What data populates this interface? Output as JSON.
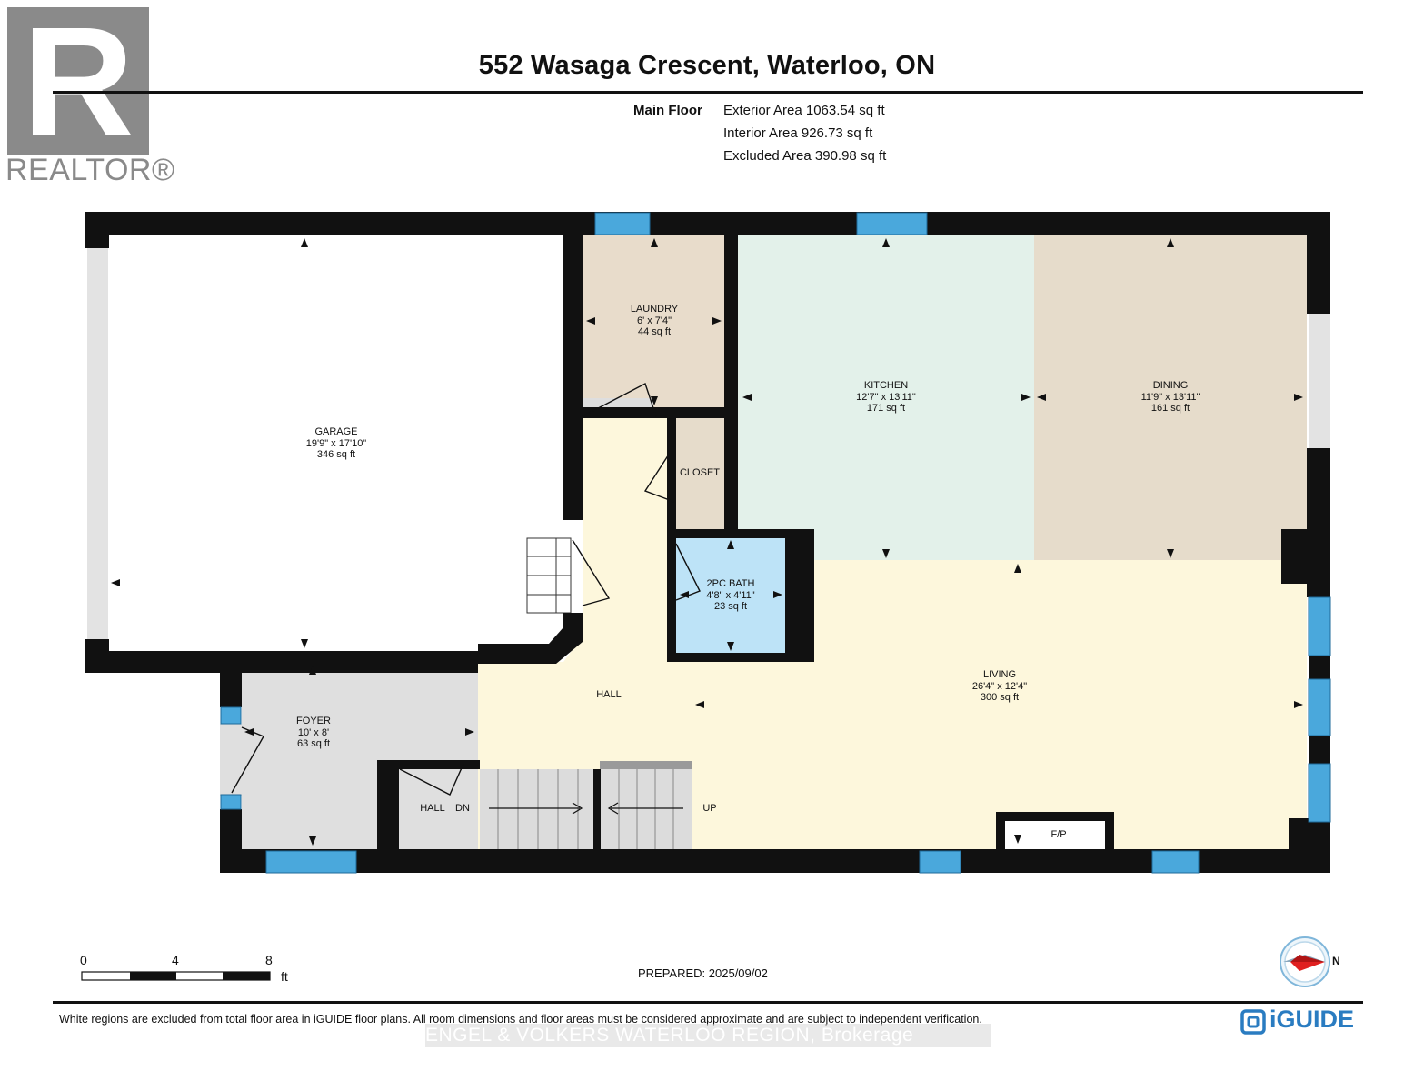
{
  "header": {
    "address": "552 Wasaga Crescent, Waterloo, ON"
  },
  "areas": {
    "floor_label": "Main Floor",
    "exterior": "Exterior Area 1063.54 sq ft",
    "interior": "Interior Area 926.73 sq ft",
    "excluded": "Excluded Area 390.98 sq ft"
  },
  "logo": {
    "realtor_text": "REALTOR®",
    "brand_mark": "R",
    "iguide_text": "iGUIDE"
  },
  "rooms": {
    "garage": {
      "name": "GARAGE",
      "dims": "19'9\" x 17'10\"",
      "area": "346 sq ft"
    },
    "laundry": {
      "name": "LAUNDRY",
      "dims": "6' x 7'4\"",
      "area": "44 sq ft"
    },
    "kitchen": {
      "name": "KITCHEN",
      "dims": "12'7\" x 13'11\"",
      "area": "171 sq ft"
    },
    "dining": {
      "name": "DINING",
      "dims": "11'9\" x 13'11\"",
      "area": "161 sq ft"
    },
    "closet": {
      "name": "CLOSET"
    },
    "bath": {
      "name": "2PC BATH",
      "dims": "4'8\" x 4'11\"",
      "area": "23 sq ft"
    },
    "foyer": {
      "name": "FOYER",
      "dims": "10' x 8'",
      "area": "63 sq ft"
    },
    "hall": {
      "name": "HALL"
    },
    "living": {
      "name": "LIVING",
      "dims": "26'4\" x 12'4\"",
      "area": "300 sq ft"
    },
    "hall_lower": {
      "name": "HALL"
    },
    "stair_dn": "DN",
    "stair_up": "UP",
    "fireplace": "F/P"
  },
  "colors": {
    "wall": "#111111",
    "window": "#4aa8dc",
    "garage": "#ffffff",
    "laundry": "#e8dccb",
    "kitchen": "#e3f1ea",
    "dining": "#e6dccb",
    "bath": "#bde3f7",
    "foyer": "#dfdfdf",
    "hall": "#fdf7dc",
    "accent_blue": "#2a7cc1",
    "compass_red": "#e02020"
  },
  "scale": {
    "ticks": [
      "0",
      "4",
      "8"
    ],
    "unit": "ft"
  },
  "compass": {
    "label": "N",
    "icon": "compass-icon"
  },
  "footer": {
    "prepared": "PREPARED: 2025/09/02",
    "disclaimer": "White regions are excluded from total floor area in iGUIDE floor plans. All room dimensions and floor areas must be considered approximate and are subject to independent verification.",
    "watermark": "ENGEL & VOLKERS WATERLOO REGION, Brokerage"
  }
}
